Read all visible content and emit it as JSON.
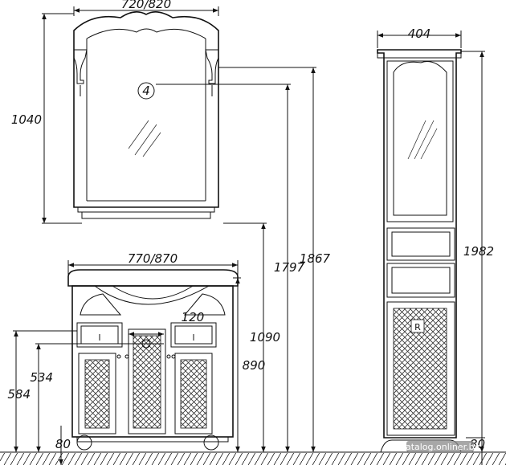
{
  "dimensions": {
    "mirror_width": "720/820",
    "mirror_height": "1040",
    "vanity_width": "770/870",
    "drawer_gap": "120",
    "height_1797": "1797",
    "height_1867": "1867",
    "height_1090": "1090",
    "height_890": "890",
    "height_534": "534",
    "height_584": "584",
    "vanity_leg": "80",
    "cabinet_width": "404",
    "cabinet_height": "1982",
    "cabinet_leg": "80"
  },
  "symbols": {
    "socket_marker": "4",
    "cabinet_marker": "R"
  },
  "watermark": "catalog.onliner.by"
}
